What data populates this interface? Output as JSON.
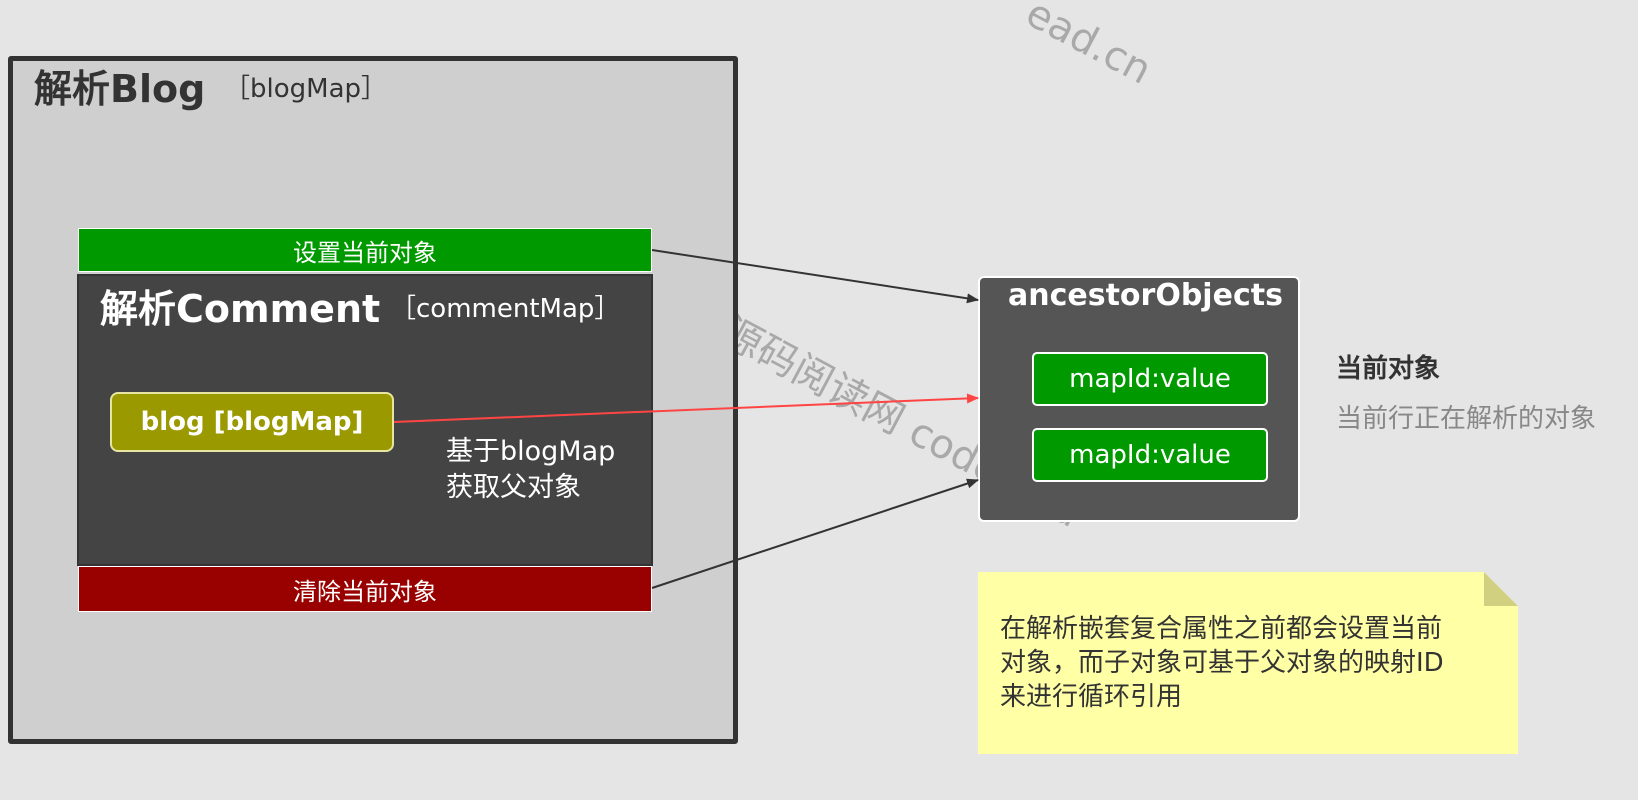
{
  "blog": {
    "title": "解析Blog",
    "map_tag": "［blogMap］"
  },
  "set_current": {
    "label": "设置当前对象",
    "color": "#009a00"
  },
  "comment": {
    "title": "解析Comment",
    "map_tag": "［commentMap］",
    "blog_node": "blog [blogMap]",
    "note_line1": "基于blogMap",
    "note_line2": "获取父对象"
  },
  "clear_current": {
    "label": "清除当前对象",
    "color": "#990000"
  },
  "ancestor": {
    "title": "ancestorObjects",
    "entries": [
      "mapId:value",
      "mapId:value"
    ]
  },
  "legend": {
    "title": "当前对象",
    "desc": "当前行正在解析的对象"
  },
  "note": {
    "line1": "在解析嵌套复合属性之前都会设置当前",
    "line2": "对象，而子对象可基于父对象的映射ID",
    "line3": "来进行循环引用"
  },
  "watermark": {
    "top": "ead.cn",
    "middle": "源码阅读网 coderead"
  },
  "colors": {
    "arrow_default": "#333333",
    "arrow_highlight": "#ff4444"
  }
}
